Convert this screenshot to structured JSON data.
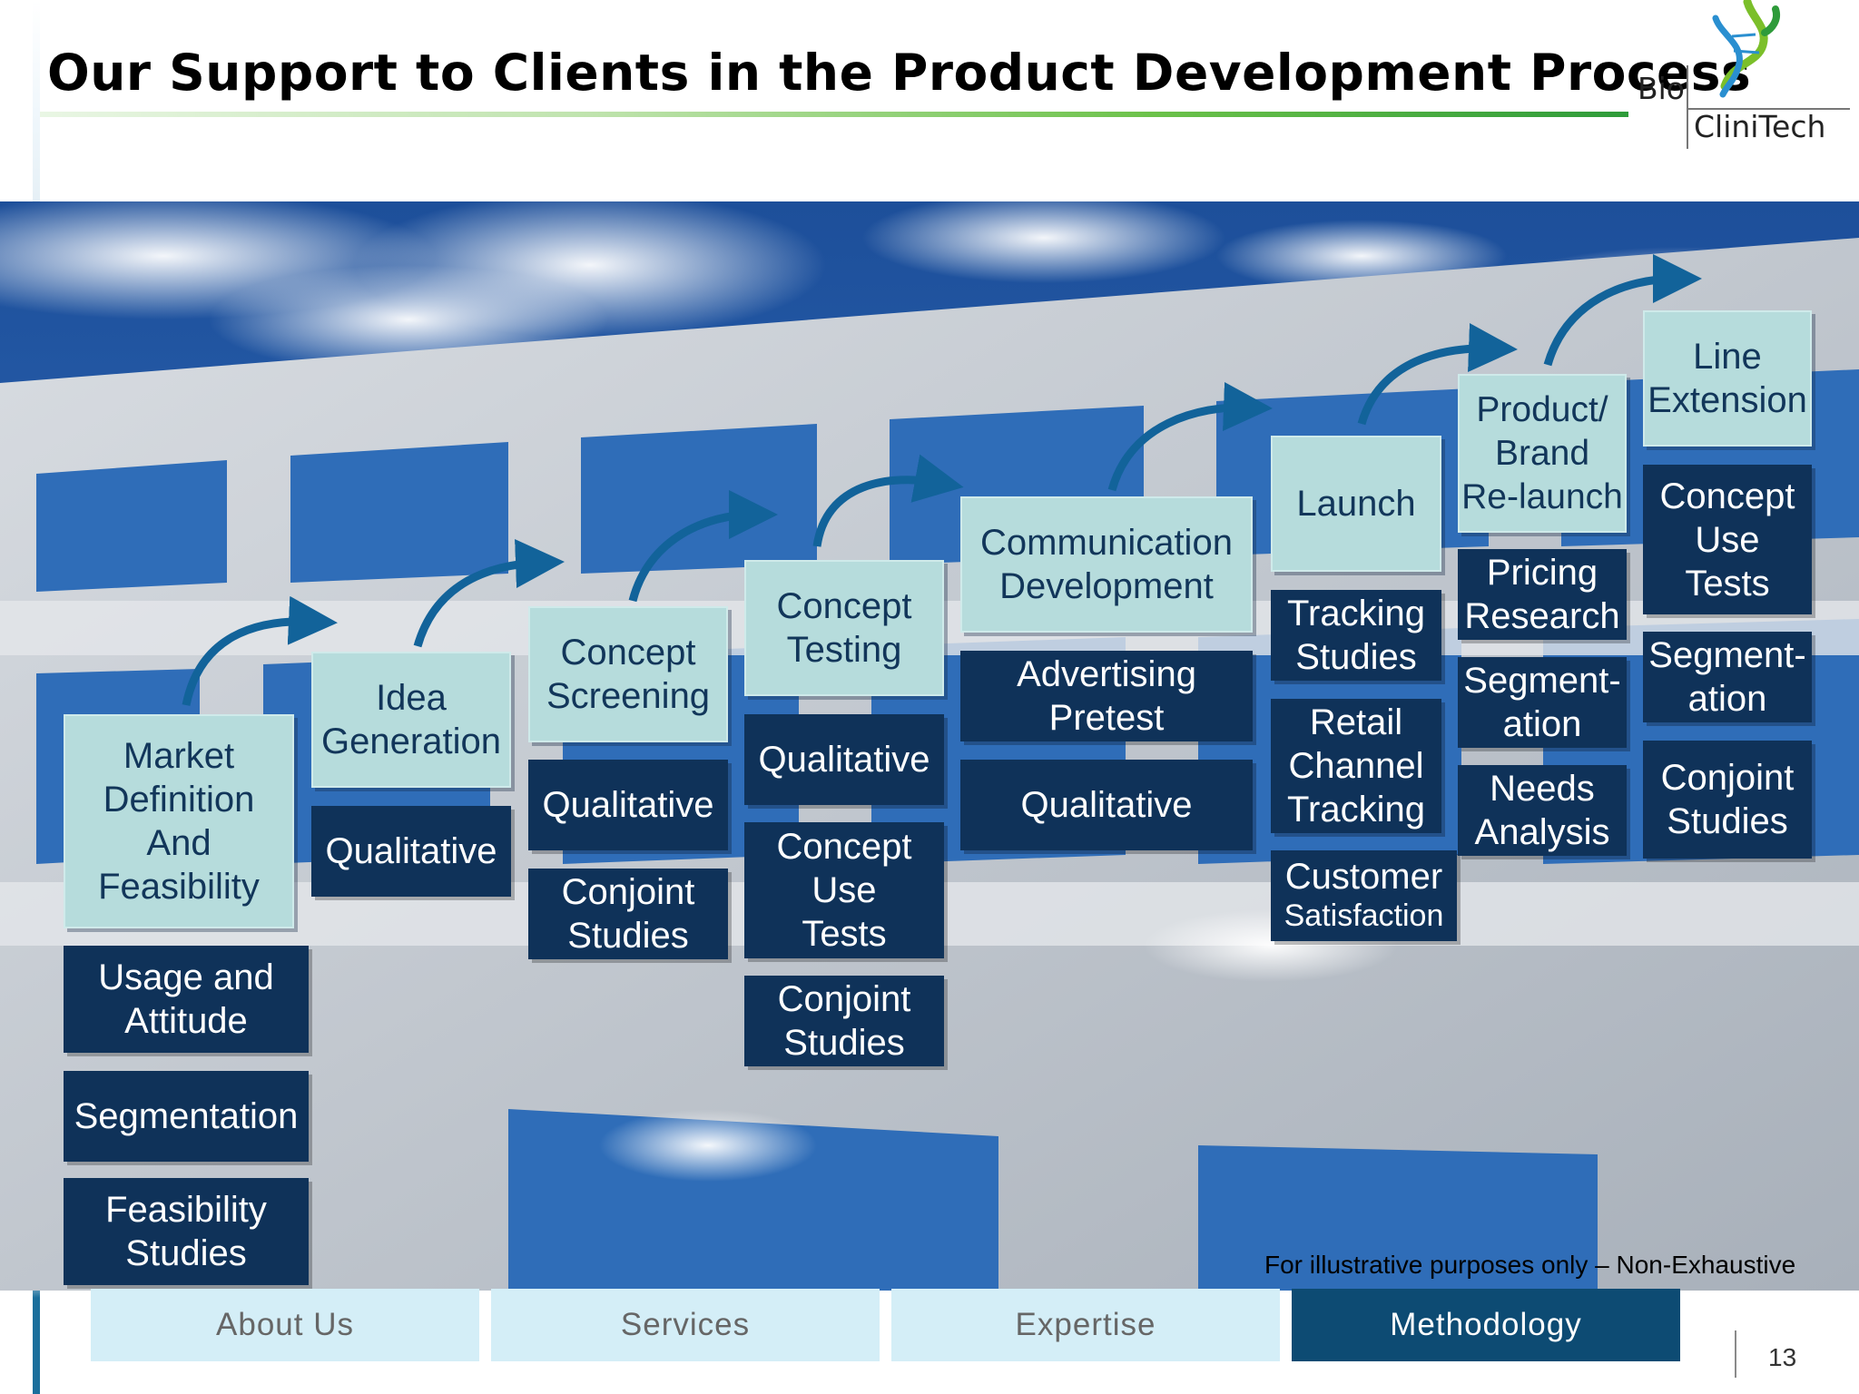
{
  "title": "Our Support to Clients in the Product Development Process",
  "logo": {
    "line1": "Bio",
    "line2": "CliniTech"
  },
  "stages": [
    {
      "label": "Market\nDefinition\nAnd\nFeasibility",
      "methods": [
        "Usage and\nAttitude",
        "Segmentation",
        "Feasibility\nStudies"
      ]
    },
    {
      "label": "Idea\nGeneration",
      "methods": [
        "Qualitative"
      ]
    },
    {
      "label": "Concept\nScreening",
      "methods": [
        "Qualitative",
        "Conjoint\nStudies"
      ]
    },
    {
      "label": "Concept\nTesting",
      "methods": [
        "Qualitative",
        "Concept\nUse\nTests",
        "Conjoint\nStudies"
      ]
    },
    {
      "label": "Communication\nDevelopment",
      "methods": [
        "Advertising\nPretest",
        "Qualitative"
      ]
    },
    {
      "label": "Launch",
      "methods": [
        "Tracking\nStudies",
        "Retail\nChannel\nTracking"
      ],
      "extra": {
        "line1": "Customer",
        "line2": "Satisfaction"
      }
    },
    {
      "label": "Product/\nBrand\nRe-launch",
      "methods": [
        "Pricing\nResearch",
        "Segment-\nation",
        "Needs\nAnalysis"
      ]
    },
    {
      "label": "Line\nExtension",
      "methods": [
        "Concept\nUse\nTests",
        "Segment-\nation",
        "Conjoint\nStudies"
      ]
    }
  ],
  "footnote": "For illustrative purposes only – Non-Exhaustive",
  "nav": {
    "items": [
      "About Us",
      "Services",
      "Expertise",
      "Methodology"
    ],
    "active": "Methodology"
  },
  "page_number": "13"
}
